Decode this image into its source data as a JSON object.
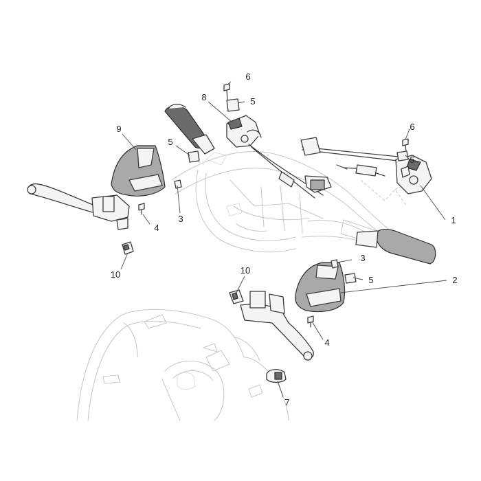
{
  "diagram": {
    "callouts": [
      {
        "number": "6"
      },
      {
        "number": "8"
      },
      {
        "number": "5"
      },
      {
        "number": "6"
      },
      {
        "number": "9"
      },
      {
        "number": "5"
      },
      {
        "number": "5"
      },
      {
        "number": "3"
      },
      {
        "number": "4"
      },
      {
        "number": "1"
      },
      {
        "number": "10"
      },
      {
        "number": "3"
      },
      {
        "number": "10"
      },
      {
        "number": "5"
      },
      {
        "number": "2"
      },
      {
        "number": "4"
      },
      {
        "number": "7"
      }
    ]
  }
}
